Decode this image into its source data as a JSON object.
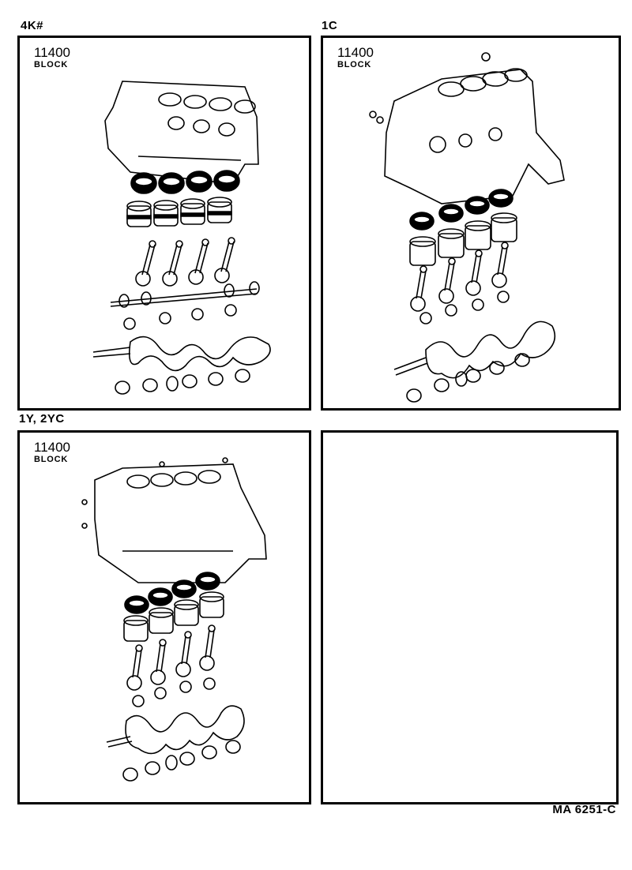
{
  "panels": [
    {
      "engine_label": "4K#",
      "part_number": "11400",
      "part_name": "BLOCK"
    },
    {
      "engine_label": "1C",
      "part_number": "11400",
      "part_name": "BLOCK"
    },
    {
      "engine_label": "1Y, 2YC",
      "part_number": "11400",
      "part_name": "BLOCK"
    },
    {
      "engine_label": "",
      "part_number": "",
      "part_name": ""
    }
  ],
  "footer": {
    "diagram_code": "MA 6251-C"
  },
  "illustrations": [
    {
      "panel": 0,
      "parts": [
        "cylinder-block",
        "piston-rings",
        "pistons",
        "connecting-rods",
        "camshaft",
        "cam-bearings",
        "crankshaft",
        "main-bearings"
      ]
    },
    {
      "panel": 1,
      "parts": [
        "cylinder-block",
        "piston-rings",
        "pistons",
        "connecting-rods",
        "crankshaft",
        "main-bearings"
      ]
    },
    {
      "panel": 2,
      "parts": [
        "cylinder-block",
        "piston-rings",
        "pistons",
        "connecting-rods",
        "crankshaft",
        "main-bearings"
      ]
    }
  ]
}
